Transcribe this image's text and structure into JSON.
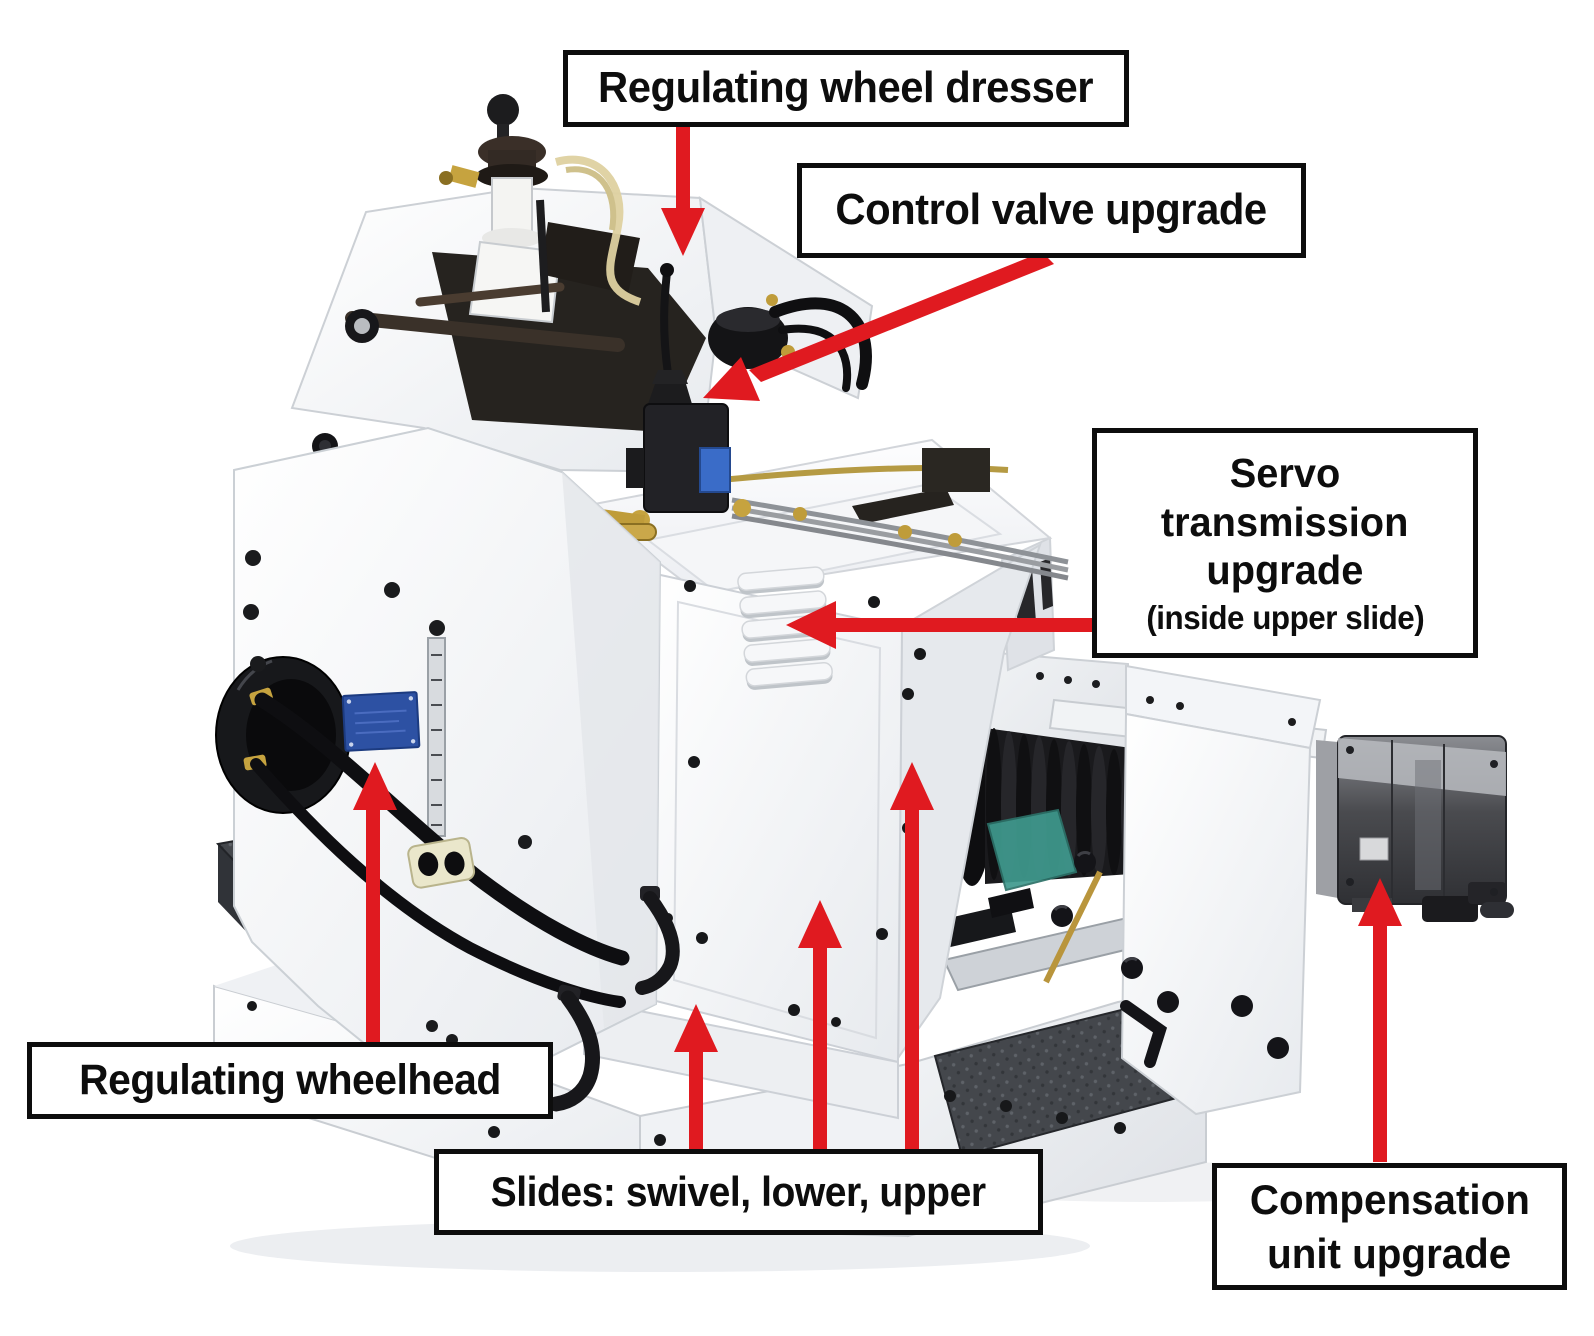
{
  "figure": {
    "kind": "annotated machine photo diagram",
    "subject": "Regulating wheelhead assembly with upgrade callouts",
    "background": "#ffffff"
  },
  "colors": {
    "arrow": "#e01a20",
    "label_border": "#0d0d0d",
    "label_background": "#ffffff",
    "label_text": "#0d0d0d",
    "machine_white": "#f7f8fa",
    "dark_hardware": "#17181b",
    "brass": "#c6a33f",
    "nameplate_blue": "#2d51a3",
    "valve_blue": "#3a6cc8",
    "motor_gray": "#46474b",
    "coolant_teal": "#3f9a8e"
  },
  "labels": {
    "dresser": {
      "text": "Regulating wheel dresser"
    },
    "control_valve": {
      "text": "Control valve upgrade"
    },
    "servo": {
      "line1": "Servo",
      "line2": "transmission",
      "line3": "upgrade",
      "note": "(inside upper slide)"
    },
    "wheelhead": {
      "text": "Regulating wheelhead"
    },
    "slides": {
      "text": "Slides: swivel, lower, upper"
    },
    "compensation": {
      "line1": "Compensation",
      "line2": "unit upgrade"
    }
  }
}
